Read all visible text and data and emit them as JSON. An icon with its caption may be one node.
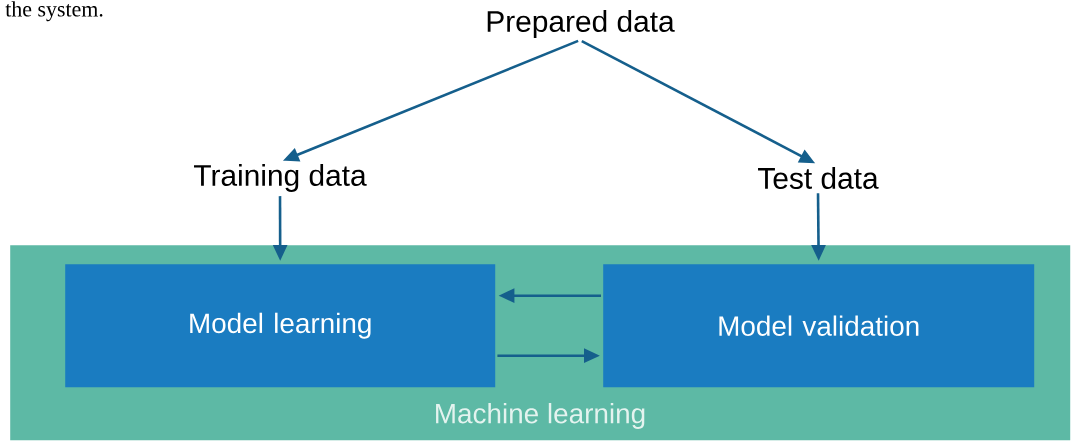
{
  "diagram": {
    "nodes": [
      {
        "text": [
          "Prepared data"
        ]
      },
      {
        "text": [
          "Training data"
        ]
      },
      {
        "text": [
          "Test data"
        ]
      },
      {
        "text": [
          "Machine learning"
        ]
      },
      {
        "text": [
          "Model learning"
        ],
        "in": 3
      },
      {
        "text": [
          "Model validation"
        ],
        "in": 3
      }
    ],
    "edges": [
      {
        "from": 0,
        "to": 1,
        "arrow": "to"
      },
      {
        "from": 0,
        "to": 2,
        "arrow": "to"
      },
      {
        "from": 1,
        "to": 4,
        "arrow": "to"
      },
      {
        "from": 2,
        "to": 5,
        "arrow": "to"
      },
      {
        "from": 5,
        "to": 4,
        "arrow": "to"
      },
      {
        "from": 4,
        "to": 5,
        "arrow": "to"
      }
    ],
    "labels": [
      "the system."
    ]
  }
}
